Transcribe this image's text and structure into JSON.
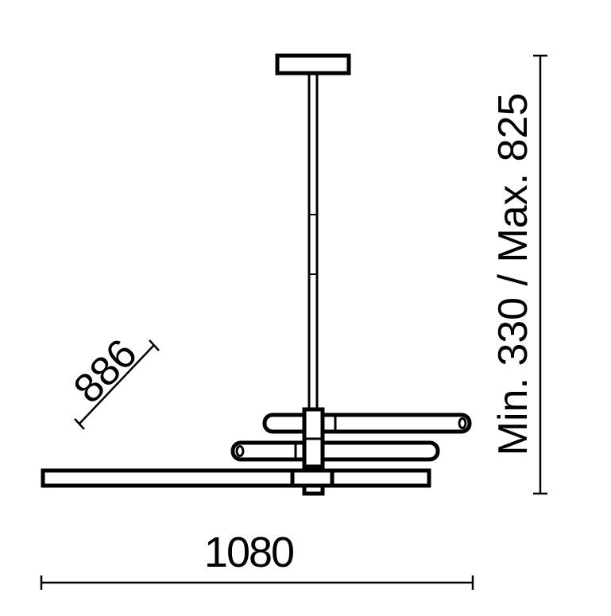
{
  "dimensions": {
    "width_label": "1080",
    "depth_label": "886",
    "height_label": "Min. 330 / Max. 825"
  },
  "colors": {
    "line": "#000000",
    "background": "#ffffff"
  }
}
